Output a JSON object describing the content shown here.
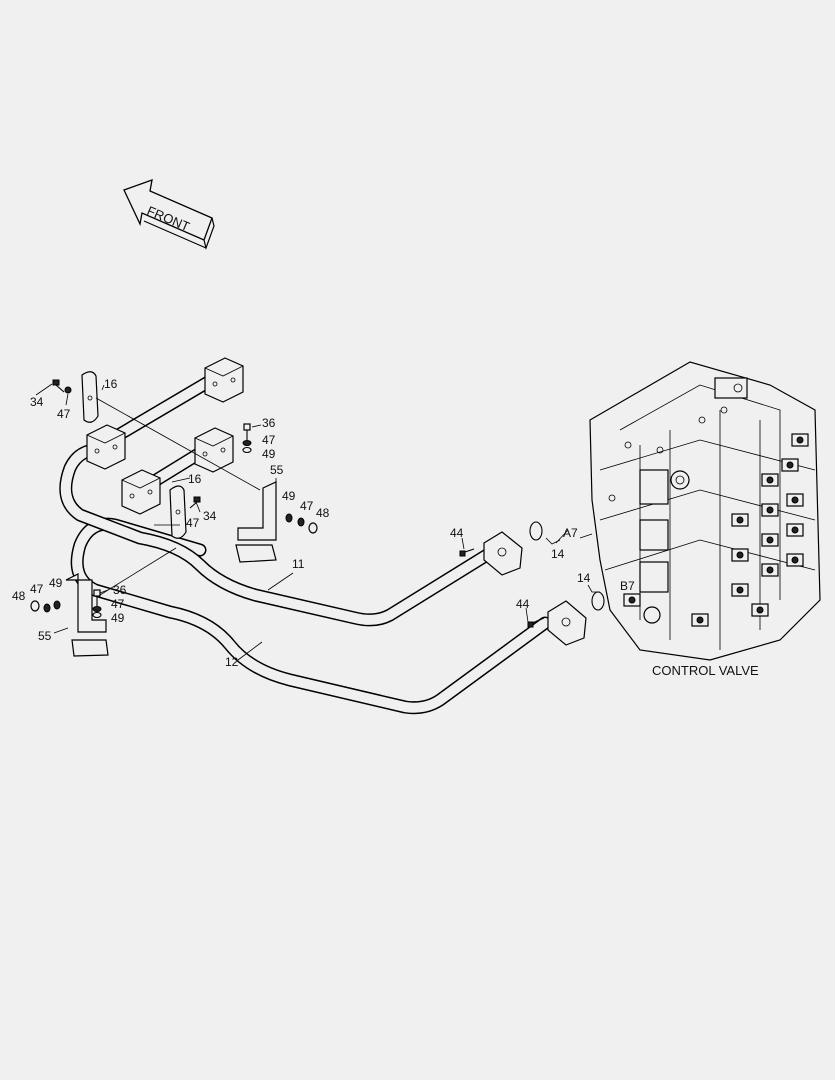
{
  "front_arrow": {
    "label": "FRONT"
  },
  "assembly": {
    "label": "CONTROL VALVE"
  },
  "callouts": {
    "c16a": "16",
    "c34a": "34",
    "c47a": "47",
    "c36a": "36",
    "c47b": "47",
    "c49a": "49",
    "c55a": "55",
    "c49b": "49",
    "c47c": "47",
    "c48a": "48",
    "c16b": "16",
    "c34b": "34",
    "c47d": "47",
    "c11": "11",
    "c44a": "44",
    "c14a": "14",
    "cA7": "A7",
    "c14b": "14",
    "cB7": "B7",
    "c44b": "44",
    "c48b": "48",
    "c47e": "47",
    "c49c": "49",
    "c36b": "36",
    "c47f": "47",
    "c49d": "49",
    "c55b": "55",
    "c12": "12"
  }
}
